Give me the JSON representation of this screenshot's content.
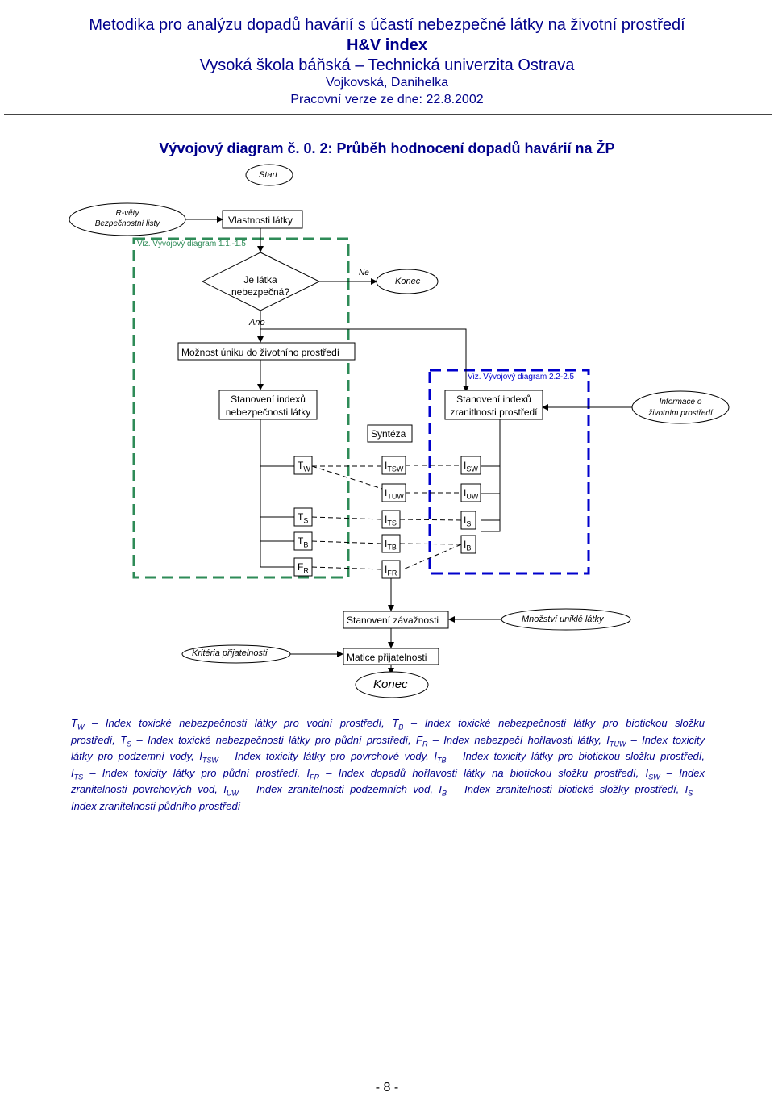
{
  "header": {
    "line1": "Metodika pro analýzu dopadů havárií s účastí nebezpečné látky na životní prostředí",
    "line2": "H&V index",
    "line3": "Vysoká škola báňská – Technická univerzita Ostrava",
    "line4": "Vojkovská, Danihelka",
    "line5": "Pracovní verze ze dne: 22.8.2002"
  },
  "diagram": {
    "title": "Vývojový diagram č. 0. 2: Průběh hodnocení dopadů havárií na ŽP",
    "start": "Start",
    "r_vety_1": "R-věty",
    "r_vety_2": "Bezpečnostní listy",
    "vlastnosti": "Vlastnosti látky",
    "viz1": "Viz. Vývojový diagram 1.1.-1.5",
    "decision_1": "Je látka",
    "decision_2": "nebezpečná?",
    "ne": "Ne",
    "konec_small": "Konec",
    "ano": "Ano",
    "moznost": "Možnost úniku do životního prostředí",
    "viz2": "Viz. Vývojový diagram 2.2-2.5",
    "stan_neb_1": "Stanovení indexů",
    "stan_neb_2": "nebezpečnosti látky",
    "stan_zran_1": "Stanovení indexů",
    "stan_zran_2": "zranitlnosti prostředí",
    "informace_1": "Informace o",
    "informace_2": "životním prostředí",
    "synteza": "Syntéza",
    "tw": "T",
    "tw_sub": "W",
    "ts": "T",
    "ts_sub": "S",
    "tb": "T",
    "tb_sub": "B",
    "fr": "F",
    "fr_sub": "R",
    "itsw": "I",
    "itsw_sub": "TSW",
    "ituw": "I",
    "ituw_sub": "TUW",
    "its": "I",
    "its_sub": "TS",
    "itb": "I",
    "itb_sub": "TB",
    "ifr": "I",
    "ifr_sub": "FR",
    "isw": "I",
    "isw_sub": "SW",
    "iuw": "I",
    "iuw_sub": "UW",
    "is": "I",
    "is_sub": "S",
    "ib": "I",
    "ib_sub": "B",
    "stanoveni_zav": "Stanovení závažnosti",
    "mnozstvi": "Množství uniklé látky",
    "kriteria": "Kritéria přijatelnosti",
    "matice": "Matice přijatelnosti",
    "konec_big": "Konec"
  },
  "legend": {
    "l1": "T<sub>W</sub> – Index toxické nebezpečnosti látky pro vodní prostředí, T<sub>B</sub> – Index toxické nebezpečnosti látky pro biotickou složku",
    "l2": "prostředí, T<sub>S</sub> – Index toxické nebezpečnosti látky pro půdní prostředí, F<sub>R</sub> – Index nebezpečí hořlavosti látky, I<sub>TUW</sub> – Index toxicity",
    "l3": "látky pro podzemní vody, I<sub>TSW</sub> – Index toxicity látky pro povrchové vody, I<sub>TB</sub> – Index toxicity látky pro biotickou složku prostředí,",
    "l4": "I<sub>TS</sub> – Index toxicity látky pro půdní prostředí, I<sub>FR</sub> – Index dopadů hořlavosti látky na biotickou složku prostředí, I<sub>SW</sub> – Index",
    "l5": "zranitelnosti povrchových vod, I<sub>UW</sub> – Index zranitelnosti podzemních vod, I<sub>B</sub> – Index zranitelnosti biotické složky prostředí, I<sub>S</sub> –",
    "l6": "Index zranitelnosti půdního prostředí"
  },
  "page_number": "- 8 -",
  "colors": {
    "text_blue": "#00008b",
    "green_dash": "#2e8b57",
    "blue_dash": "#0000cc"
  }
}
